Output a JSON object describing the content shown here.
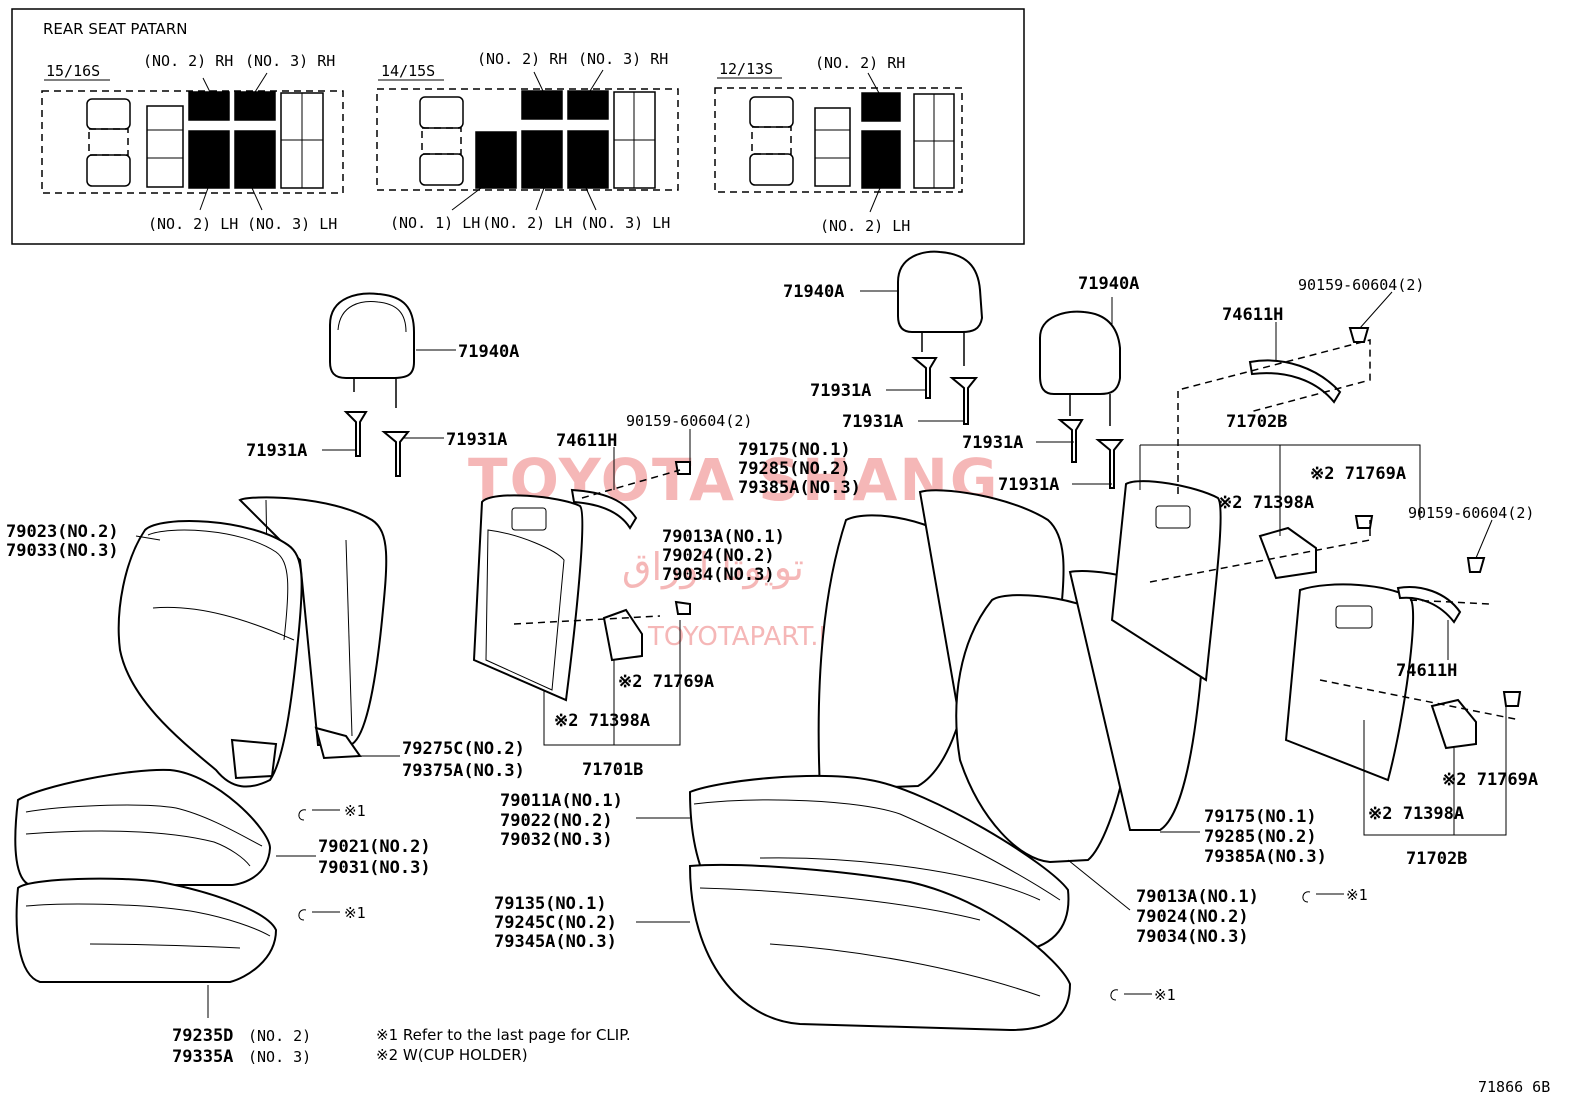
{
  "pattern_box": {
    "title": "REAR SEAT PATARN",
    "layouts": [
      {
        "name": "15/16S",
        "top": [
          "(NO. 2) RH",
          "(NO. 3) RH"
        ],
        "bottom": [
          "(NO. 2) LH",
          "(NO. 3) LH"
        ]
      },
      {
        "name": "14/15S",
        "top": [
          "(NO. 2) RH",
          "(NO. 3) RH"
        ],
        "bottom": [
          "(NO. 1) LH",
          "(NO. 2) LH",
          "(NO. 3) LH"
        ]
      },
      {
        "name": "12/13S",
        "top": [
          "(NO. 2) RH"
        ],
        "bottom": [
          "(NO. 2) LH"
        ]
      }
    ]
  },
  "parts": {
    "hr_left": "71940A",
    "hr_mid": "71940A",
    "hr_right": "71940A",
    "sup_l1": "71931A",
    "sup_l2": "71931A",
    "sup_m1": "71931A",
    "sup_m2": "71931A",
    "sup_r1": "71931A",
    "sup_r2": "71931A",
    "handle_mid": "74611H",
    "handle_top": "74611H",
    "handle_right": "74611H",
    "screw_mid": "90159-60604(2)",
    "screw_top": "90159-60604(2)",
    "screw_right": "90159-60604(2)",
    "cover_mid": [
      "79175(NO.1)",
      "79285(NO.2)",
      "79385A(NO.3)"
    ],
    "board_mid": [
      "79013A(NO.1)",
      "79024(NO.2)",
      "79034(NO.3)"
    ],
    "back_left": [
      "79023(NO.2)",
      "79033(NO.3)"
    ],
    "trim_left": [
      "79275C(NO.2)",
      "79375A(NO.3)"
    ],
    "bracket_mid": "71701B",
    "hinge_mid": "※2 71398A",
    "clip_mid": "※2 71769A",
    "bracket_top": "71702B",
    "clip_top": "※2 71769A",
    "hinge_top": "※2 71398A",
    "clip_right": "※2 71769A",
    "hinge_right": "※2 71398A",
    "bracket_right": "71702B",
    "cover_right": [
      "79175(NO.1)",
      "79285(NO.2)",
      "79385A(NO.3)"
    ],
    "board_right": [
      "79013A(NO.1)",
      "79024(NO.2)",
      "79034(NO.3)"
    ],
    "cushion_mid": [
      "79011A(NO.1)",
      "79022(NO.2)",
      "79032(NO.3)"
    ],
    "cushion_left": [
      "79021(NO.2)",
      "79031(NO.3)"
    ],
    "pad_mid": [
      "79135(NO.1)",
      "79245C(NO.2)",
      "79345A(NO.3)"
    ],
    "pad_left_a": "79235D",
    "pad_left_a_no": "(NO. 2)",
    "pad_left_b": "79335A",
    "pad_left_b_no": "(NO. 3)",
    "clip_ref": "※1"
  },
  "notes": [
    "※1  Refer to the last page for CLIP.",
    "※2  W(CUP  HOLDER)"
  ],
  "diagram_id": "71866 6B",
  "watermark": {
    "main": "TOYOTA SHANG",
    "arabic": "تویوتا اوراق",
    "site": "TOYOTAPART.IR"
  }
}
